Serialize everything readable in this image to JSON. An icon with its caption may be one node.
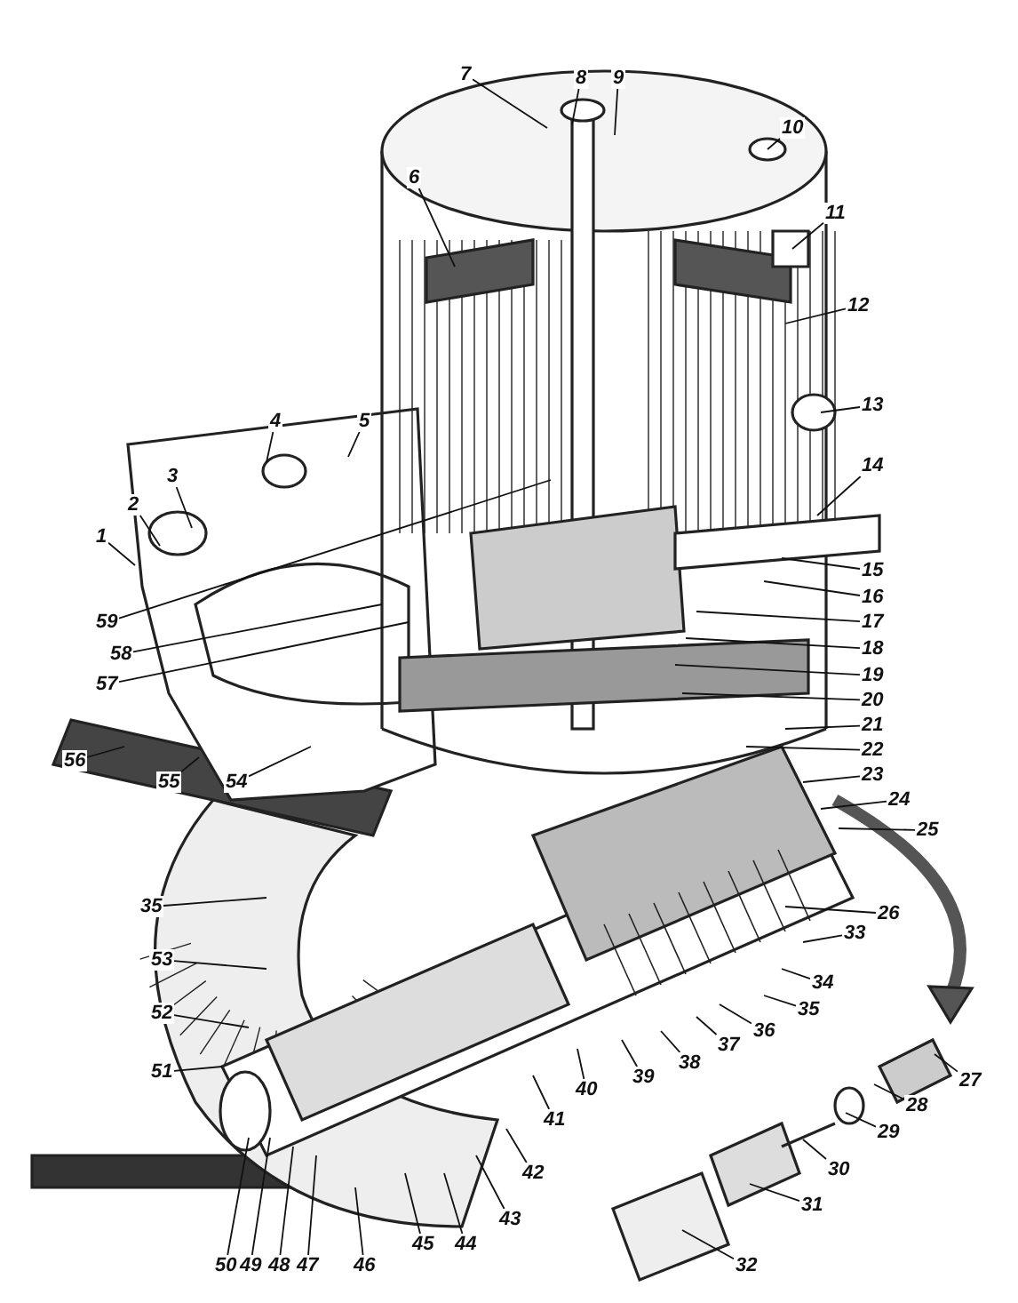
{
  "diagram": {
    "nodes": [
      {
        "text": [
          "1"
        ]
      },
      {
        "text": [
          "2"
        ]
      },
      {
        "text": [
          "3"
        ]
      },
      {
        "text": [
          "4"
        ]
      },
      {
        "text": [
          "5"
        ]
      },
      {
        "text": [
          "6"
        ]
      },
      {
        "text": [
          "7"
        ]
      },
      {
        "text": [
          "8"
        ]
      },
      {
        "text": [
          "9"
        ]
      },
      {
        "text": [
          "10"
        ]
      },
      {
        "text": [
          "11"
        ]
      },
      {
        "text": [
          "12"
        ]
      },
      {
        "text": [
          "13"
        ]
      },
      {
        "text": [
          "14"
        ]
      },
      {
        "text": [
          "15"
        ]
      },
      {
        "text": [
          "16"
        ]
      },
      {
        "text": [
          "17"
        ]
      },
      {
        "text": [
          "18"
        ]
      },
      {
        "text": [
          "19"
        ]
      },
      {
        "text": [
          "20"
        ]
      },
      {
        "text": [
          "21"
        ]
      },
      {
        "text": [
          "22"
        ]
      },
      {
        "text": [
          "23"
        ]
      },
      {
        "text": [
          "24"
        ]
      },
      {
        "text": [
          "25"
        ]
      },
      {
        "text": [
          "26"
        ]
      },
      {
        "text": [
          "27"
        ]
      },
      {
        "text": [
          "28"
        ]
      },
      {
        "text": [
          "29"
        ]
      },
      {
        "text": [
          "30"
        ]
      },
      {
        "text": [
          "31"
        ]
      },
      {
        "text": [
          "32"
        ]
      },
      {
        "text": [
          "33"
        ]
      },
      {
        "text": [
          "34"
        ]
      },
      {
        "text": [
          "35"
        ]
      },
      {
        "text": [
          "35"
        ]
      },
      {
        "text": [
          "36"
        ]
      },
      {
        "text": [
          "37"
        ]
      },
      {
        "text": [
          "38"
        ]
      },
      {
        "text": [
          "39"
        ]
      },
      {
        "text": [
          "40"
        ]
      },
      {
        "text": [
          "41"
        ]
      },
      {
        "text": [
          "42"
        ]
      },
      {
        "text": [
          "43"
        ]
      },
      {
        "text": [
          "44"
        ]
      },
      {
        "text": [
          "45"
        ]
      },
      {
        "text": [
          "46"
        ]
      },
      {
        "text": [
          "47"
        ]
      },
      {
        "text": [
          "48"
        ]
      },
      {
        "text": [
          "49"
        ]
      },
      {
        "text": [
          "50"
        ]
      },
      {
        "text": [
          "51"
        ]
      },
      {
        "text": [
          "52"
        ]
      },
      {
        "text": [
          "53"
        ]
      },
      {
        "text": [
          "54"
        ]
      },
      {
        "text": [
          "55"
        ]
      },
      {
        "text": [
          "56"
        ]
      },
      {
        "text": [
          "57"
        ]
      },
      {
        "text": [
          "58"
        ]
      },
      {
        "text": [
          "59"
        ]
      }
    ],
    "edges": [
      {
        "from": 0,
        "to": null,
        "arrow": "none"
      },
      {
        "from": 1,
        "to": null,
        "arrow": "none"
      },
      {
        "from": 2,
        "to": null,
        "arrow": "none"
      },
      {
        "from": 3,
        "to": null,
        "arrow": "none"
      },
      {
        "from": 4,
        "to": null,
        "arrow": "none"
      },
      {
        "from": 5,
        "to": null,
        "arrow": "none"
      },
      {
        "from": 6,
        "to": null,
        "arrow": "none"
      },
      {
        "from": 7,
        "to": null,
        "arrow": "none"
      },
      {
        "from": 8,
        "to": null,
        "arrow": "none"
      },
      {
        "from": 9,
        "to": null,
        "arrow": "none"
      },
      {
        "from": 10,
        "to": null,
        "arrow": "none"
      },
      {
        "from": 11,
        "to": null,
        "arrow": "none"
      },
      {
        "from": 12,
        "to": null,
        "arrow": "none"
      },
      {
        "from": 13,
        "to": null,
        "arrow": "none"
      },
      {
        "from": 14,
        "to": null,
        "arrow": "none"
      },
      {
        "from": 15,
        "to": null,
        "arrow": "none"
      },
      {
        "from": 16,
        "to": null,
        "arrow": "none"
      },
      {
        "from": 17,
        "to": null,
        "arrow": "none"
      },
      {
        "from": 18,
        "to": null,
        "arrow": "none"
      },
      {
        "from": 19,
        "to": null,
        "arrow": "none"
      },
      {
        "from": 20,
        "to": null,
        "arrow": "none"
      },
      {
        "from": 21,
        "to": null,
        "arrow": "none"
      },
      {
        "from": 22,
        "to": null,
        "arrow": "none"
      },
      {
        "from": 23,
        "to": null,
        "arrow": "none"
      },
      {
        "from": 24,
        "to": null,
        "arrow": "none"
      },
      {
        "from": 25,
        "to": null,
        "arrow": "none"
      },
      {
        "from": 26,
        "to": null,
        "arrow": "none"
      },
      {
        "from": 27,
        "to": null,
        "arrow": "none"
      },
      {
        "from": 28,
        "to": null,
        "arrow": "none"
      },
      {
        "from": 29,
        "to": null,
        "arrow": "none"
      },
      {
        "from": 30,
        "to": null,
        "arrow": "none"
      },
      {
        "from": 31,
        "to": null,
        "arrow": "none"
      },
      {
        "from": 32,
        "to": null,
        "arrow": "none"
      },
      {
        "from": 33,
        "to": null,
        "arrow": "none"
      },
      {
        "from": 34,
        "to": null,
        "arrow": "none"
      },
      {
        "from": 35,
        "to": null,
        "arrow": "none"
      },
      {
        "from": 36,
        "to": null,
        "arrow": "none"
      },
      {
        "from": 37,
        "to": null,
        "arrow": "none"
      },
      {
        "from": 38,
        "to": null,
        "arrow": "none"
      },
      {
        "from": 39,
        "to": null,
        "arrow": "none"
      },
      {
        "from": 40,
        "to": null,
        "arrow": "none"
      },
      {
        "from": 41,
        "to": null,
        "arrow": "none"
      },
      {
        "from": 42,
        "to": null,
        "arrow": "none"
      },
      {
        "from": 43,
        "to": null,
        "arrow": "none"
      },
      {
        "from": 44,
        "to": null,
        "arrow": "none"
      },
      {
        "from": 45,
        "to": null,
        "arrow": "none"
      },
      {
        "from": 46,
        "to": null,
        "arrow": "none"
      },
      {
        "from": 47,
        "to": null,
        "arrow": "none"
      },
      {
        "from": 48,
        "to": null,
        "arrow": "none"
      },
      {
        "from": 49,
        "to": null,
        "arrow": "none"
      },
      {
        "from": 50,
        "to": null,
        "arrow": "none"
      },
      {
        "from": 51,
        "to": null,
        "arrow": "none"
      },
      {
        "from": 52,
        "to": null,
        "arrow": "none"
      },
      {
        "from": 53,
        "to": null,
        "arrow": "none"
      },
      {
        "from": 54,
        "to": null,
        "arrow": "none"
      },
      {
        "from": 55,
        "to": null,
        "arrow": "none"
      },
      {
        "from": 56,
        "to": null,
        "arrow": "none"
      },
      {
        "from": 57,
        "to": null,
        "arrow": "none"
      },
      {
        "from": 58,
        "to": null,
        "arrow": "none"
      },
      {
        "from": 59,
        "to": null,
        "arrow": "none"
      }
    ]
  }
}
